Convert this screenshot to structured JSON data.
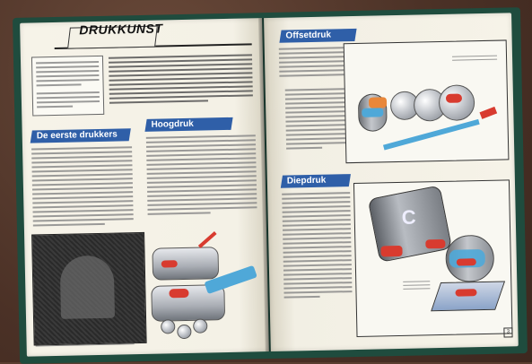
{
  "spread": {
    "left": {
      "title": "DRUKKUNST",
      "section1": "De eerste drukkers",
      "section2": "Hoogdruk"
    },
    "right": {
      "section1": "Offsetdruk",
      "section2": "Diepdruk",
      "page_number": "3",
      "cylinder_letter": "C"
    }
  },
  "colors": {
    "header": "#2f5fa8",
    "ink_red": "#d83b2f",
    "ink_blue": "#4fa8d8",
    "cover": "#1f4c3e"
  }
}
